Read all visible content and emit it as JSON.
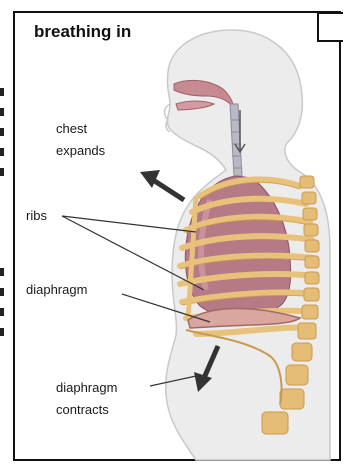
{
  "title": "breathing in",
  "labels": {
    "chest_expands_line1": "chest",
    "chest_expands_line2": "expands",
    "ribs": "ribs",
    "diaphragm": "diaphragm",
    "diaphragm_contracts_line1": "diaphragm",
    "diaphragm_contracts_line2": "contracts"
  },
  "colors": {
    "body_fill": "#ececec",
    "body_outline": "#c9c9c9",
    "rib": "#e8c27a",
    "rib_dark": "#c99a4c",
    "lung": "#b57a86",
    "lung_light": "#d7a2ad",
    "arrow": "#333333"
  }
}
